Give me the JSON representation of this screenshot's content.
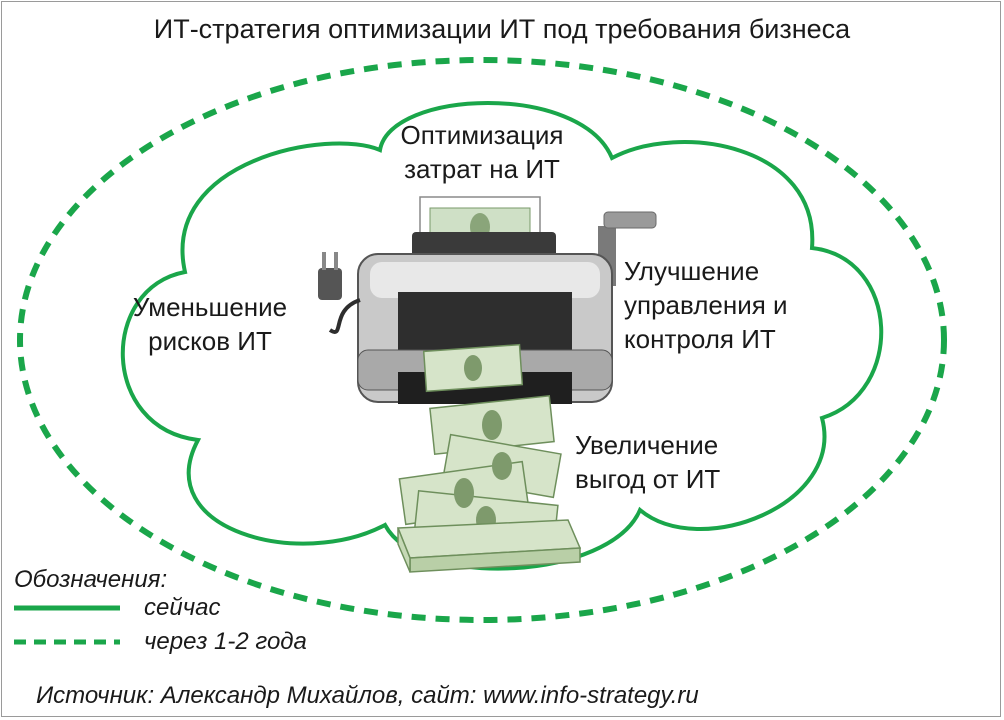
{
  "title": "ИТ-стратегия оптимизации ИТ под требования бизнеса",
  "labels": {
    "top": "Оптимизация затрат на ИТ",
    "left": "Уменьшение рисков ИТ",
    "right": "Улучшение управления и контроля ИТ",
    "bottom": "Увеличение выгод от ИТ"
  },
  "legend": {
    "title": "Обозначения:",
    "solid": "сейчас",
    "dashed": "через 1-2 года"
  },
  "source": "Источник: Александр Михайлов, сайт: www.info-strategy.ru",
  "colors": {
    "accent": "#1aa64a",
    "text": "#1a1a1a"
  },
  "illustration": "money-printer-icon"
}
